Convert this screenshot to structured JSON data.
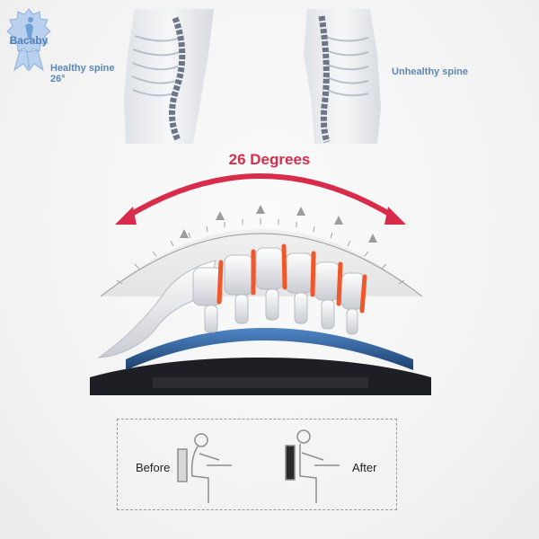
{
  "brand": {
    "name": "Bacaby",
    "badge_color": "#6f9fd6"
  },
  "spines": {
    "healthy_label": "Healthy spine",
    "healthy_angle": "26°",
    "unhealthy_label": "Unhealthy spine"
  },
  "stretcher": {
    "degrees_label": "26 Degrees",
    "arrow_color": "#d92c4a",
    "base_color": "#1e1f24",
    "pad_color": "#2d5e9a"
  },
  "comparison": {
    "before_label": "Before",
    "after_label": "After"
  }
}
